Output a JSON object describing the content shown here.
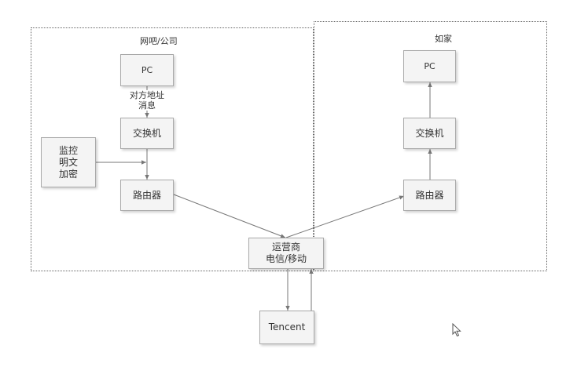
{
  "regions": {
    "internet_cafe_label": "网吧/公司",
    "home_label": "如家"
  },
  "nodes": {
    "pc_left": "PC",
    "switch_left": "交换机",
    "monitor_lines": [
      "监控",
      "明文",
      "加密"
    ],
    "router_left": "路由器",
    "isp_lines": [
      "运营商",
      "电信/移动"
    ],
    "tencent": "Tencent",
    "pc_right": "PC",
    "switch_right": "交换机",
    "router_right": "路由器"
  },
  "annotations": {
    "peer_address_lines": [
      "对方地址",
      "消息"
    ]
  },
  "colors": {
    "box_fill": "#f4f4f4",
    "box_border": "#a9a9a9",
    "line": "#777777"
  },
  "icons": {
    "cursor": "mouse-pointer-icon"
  }
}
